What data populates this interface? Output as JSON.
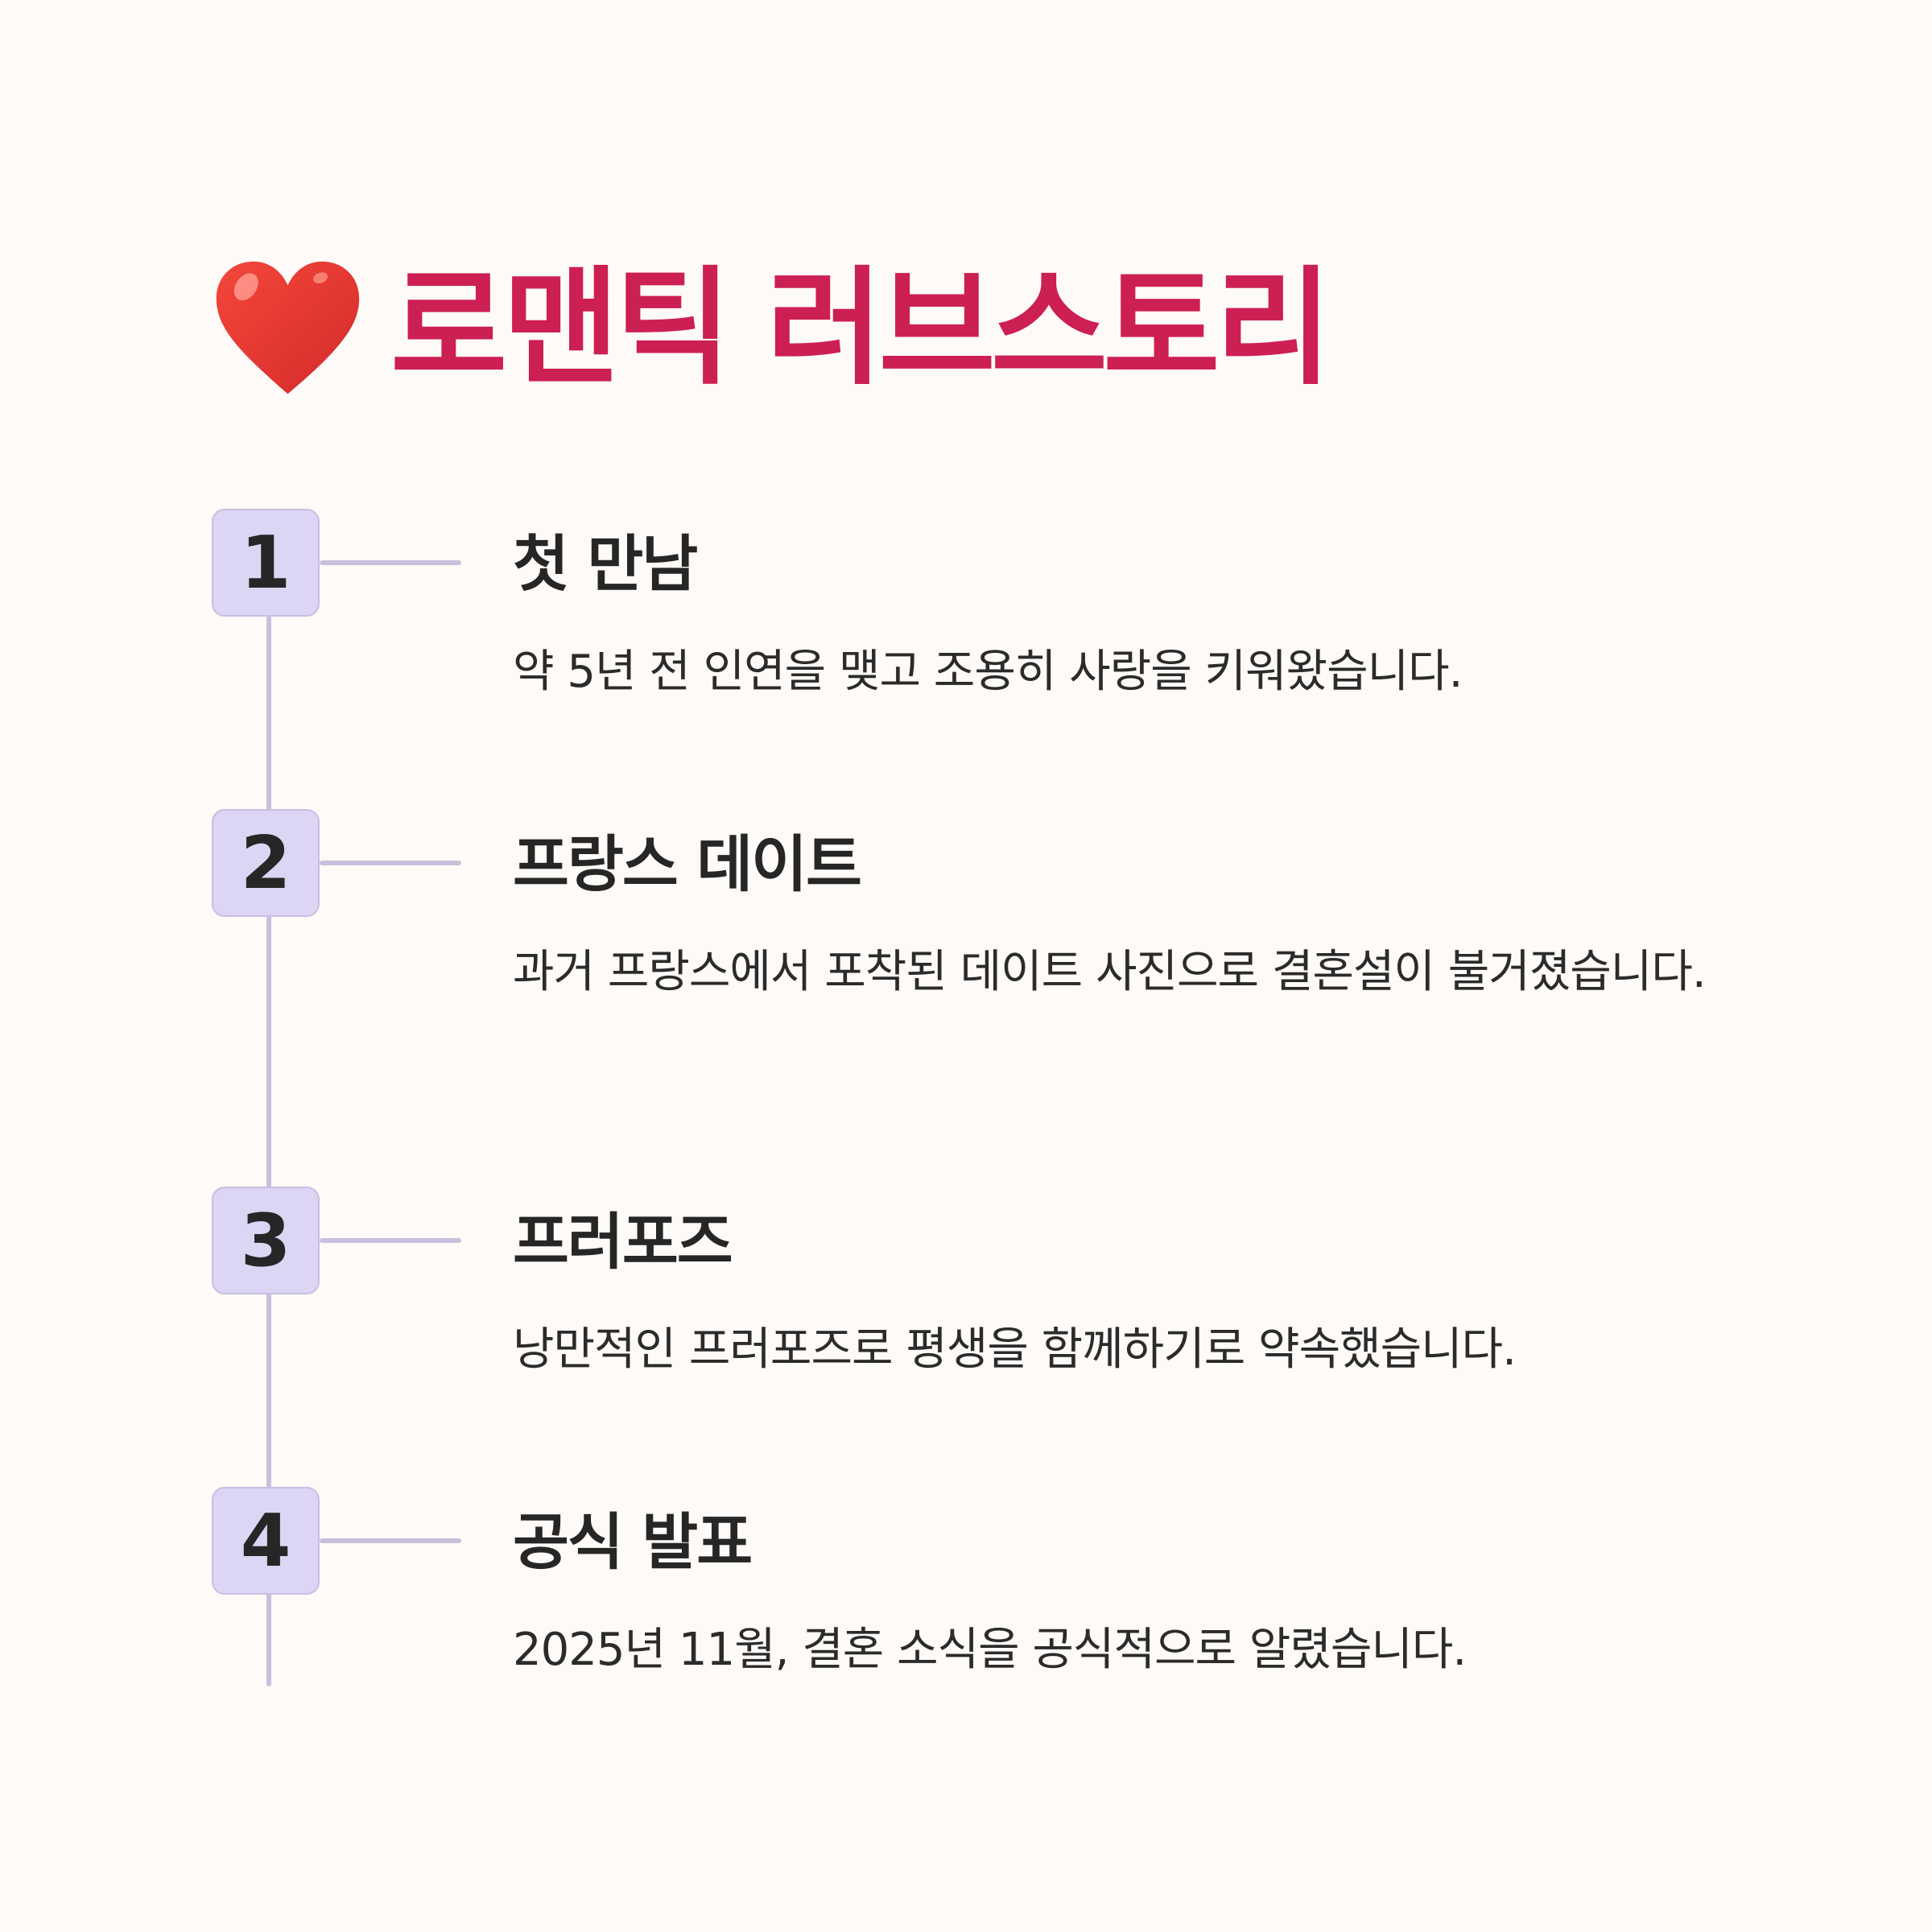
{
  "header": {
    "icon": "heart-icon",
    "title": "로맨틱 러브스토리",
    "title_color": "#cc1f52"
  },
  "timeline": {
    "line_color": "#c9c0dd",
    "badge_color": "#dcd5f3",
    "steps": [
      {
        "number": "1",
        "title": "첫 만남",
        "description": "약 5년 전 인연을 맺고 조용히 사랑을 키워왔습니다."
      },
      {
        "number": "2",
        "title": "프랑스 데이트",
        "description": "과거 프랑스에서 포착된 데이트 사진으로 결혼설이 불거졌습니다."
      },
      {
        "number": "3",
        "title": "프러포즈",
        "description": "낭만적인 프러포즈로 평생을 함께하기로 약속했습니다."
      },
      {
        "number": "4",
        "title": "공식 발표",
        "description": "2025년 11월, 결혼 소식을 공식적으로 알렸습니다."
      }
    ]
  }
}
